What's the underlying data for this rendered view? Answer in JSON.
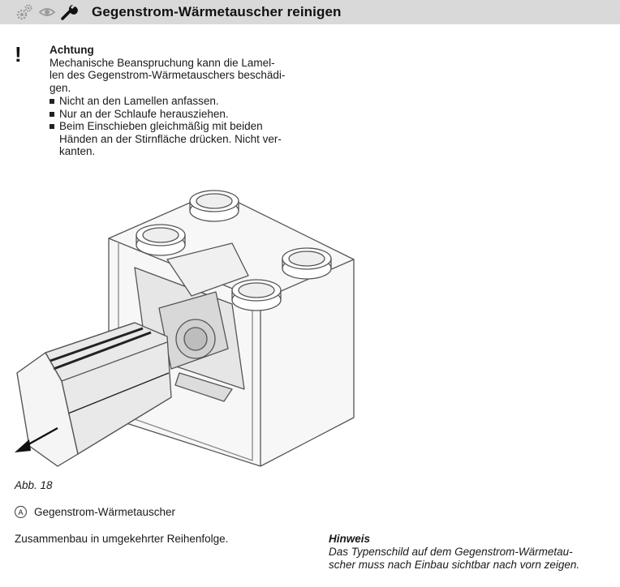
{
  "header": {
    "title": "Gegenstrom-Wärmetauscher reinigen",
    "icons": [
      "gears-icon",
      "eye-icon",
      "wrench-icon"
    ],
    "background": "#d9d9d9"
  },
  "caution": {
    "symbol": "!",
    "heading": "Achtung",
    "lines": [
      "Mechanische Beanspruchung kann die Lamel-",
      "len des Gegenstrom-Wärmetauschers beschädi-",
      "gen."
    ],
    "bullets": [
      "Nicht an den Lamellen anfassen.",
      "Nur an der Schlaufe herausziehen.",
      "Beim Einschieben gleichmäßig mit beiden Händen an der Stirnfläche drücken. Nicht ver-kanten."
    ],
    "bullet_lines": [
      [
        "Nicht an den Lamellen anfassen."
      ],
      [
        "Nur an der Schlaufe herausziehen."
      ],
      [
        "Beim Einschieben gleichmäßig mit beiden",
        "Händen an der Stirnfläche drücken. Nicht ver-",
        "kanten."
      ]
    ]
  },
  "figure": {
    "caption": "Abb. 18",
    "legend_marker": "A",
    "legend_text": "Gegenstrom-Wärmetauscher"
  },
  "assembly_text": "Zusammenbau in umgekehrter Reihenfolge.",
  "note": {
    "heading": "Hinweis",
    "lines": [
      "Das Typenschild auf dem Gegenstrom-Wärmetau-",
      "scher muss nach Einbau sichtbar nach vorn zeigen."
    ]
  }
}
